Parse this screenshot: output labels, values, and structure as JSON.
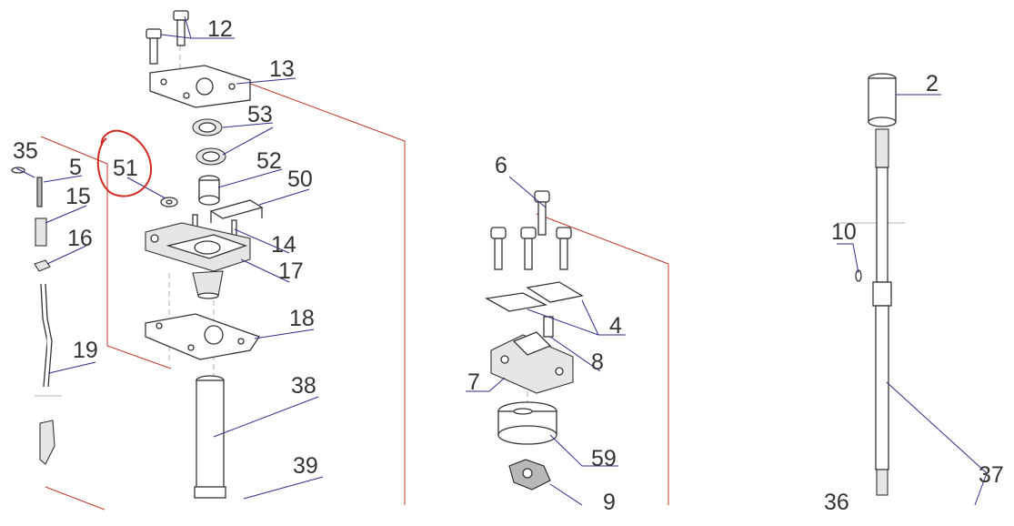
{
  "diagram": {
    "callouts": [
      {
        "id": "12",
        "label": "12"
      },
      {
        "id": "13",
        "label": "13"
      },
      {
        "id": "53",
        "label": "53"
      },
      {
        "id": "52",
        "label": "52"
      },
      {
        "id": "51",
        "label": "51"
      },
      {
        "id": "50",
        "label": "50"
      },
      {
        "id": "35",
        "label": "35"
      },
      {
        "id": "5",
        "label": "5"
      },
      {
        "id": "15",
        "label": "15"
      },
      {
        "id": "16",
        "label": "16"
      },
      {
        "id": "14",
        "label": "14"
      },
      {
        "id": "17",
        "label": "17"
      },
      {
        "id": "18",
        "label": "18"
      },
      {
        "id": "19",
        "label": "19"
      },
      {
        "id": "38",
        "label": "38"
      },
      {
        "id": "39",
        "label": "39"
      },
      {
        "id": "6",
        "label": "6"
      },
      {
        "id": "4",
        "label": "4"
      },
      {
        "id": "8",
        "label": "8"
      },
      {
        "id": "7",
        "label": "7"
      },
      {
        "id": "59",
        "label": "59"
      },
      {
        "id": "9",
        "label": "9"
      },
      {
        "id": "2",
        "label": "2"
      },
      {
        "id": "10",
        "label": "10"
      },
      {
        "id": "37",
        "label": "37"
      },
      {
        "id": "36",
        "label": "36"
      }
    ],
    "colors": {
      "line": "#333333",
      "leader": "#2e2e8a",
      "assembly_guide": "#c0392b",
      "highlight_mark": "#d22a20"
    }
  }
}
